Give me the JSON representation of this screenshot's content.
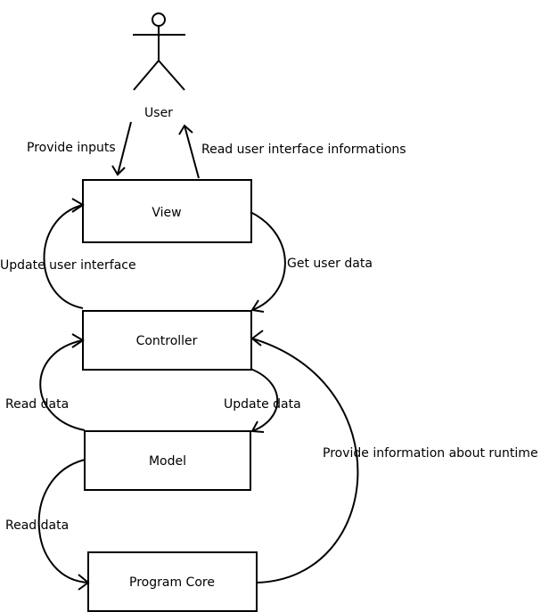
{
  "actor": {
    "label": "User"
  },
  "nodes": {
    "view": "View",
    "controller": "Controller",
    "model": "Model",
    "program_core": "Program Core"
  },
  "edges": {
    "provide_inputs": "Provide inputs",
    "read_ui_info": "Read user interface informations",
    "update_user_interface": "Update user interface",
    "get_user_data": "Get user data",
    "read_data_controller": "Read data",
    "update_data": "Update data",
    "provide_runtime_info": "Provide information about runtime",
    "read_data_core": "Read data"
  }
}
